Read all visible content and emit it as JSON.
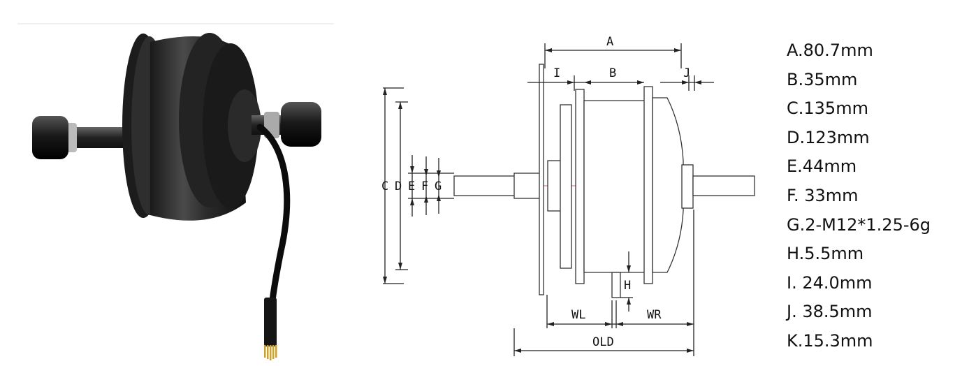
{
  "drawing": {
    "labels": {
      "A": "A",
      "B": "B",
      "C": "C",
      "D": "D",
      "E": "E",
      "F": "F",
      "G": "G",
      "H": "H",
      "I": "I",
      "J": "J",
      "WL": "WL",
      "WR": "WR",
      "OLD": "OLD"
    }
  },
  "specs": [
    "A.80.7mm",
    "B.35mm",
    "C.135mm",
    "D.123mm",
    "E.44mm",
    "F. 33mm",
    "G.2-M12*1.25-6g",
    "H.5.5mm",
    "I. 24.0mm",
    "J. 38.5mm",
    "K.15.3mm"
  ]
}
